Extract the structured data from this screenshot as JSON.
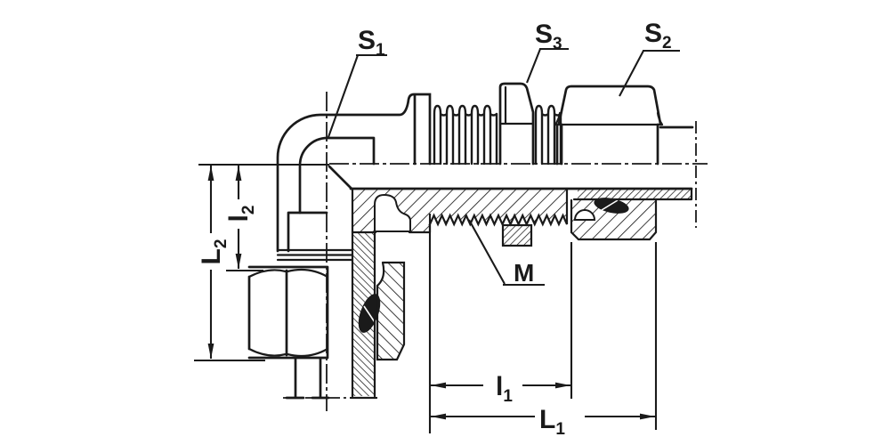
{
  "drawing": {
    "type": "technical-section-drawing",
    "subject": "bulkhead elbow compression fitting, half-section view",
    "colors": {
      "line": "#1a1a1a",
      "background": "#ffffff"
    }
  },
  "labels": {
    "s1": {
      "base": "S",
      "sub": "1"
    },
    "s3": {
      "base": "S",
      "sub": "3"
    },
    "s2": {
      "base": "S",
      "sub": "2"
    },
    "m": {
      "base": "M",
      "sub": ""
    },
    "l1": {
      "base": "l",
      "sub": "1"
    },
    "L1": {
      "base": "L",
      "sub": "1"
    },
    "l2": {
      "base": "l",
      "sub": "2"
    },
    "L2": {
      "base": "L",
      "sub": "2"
    }
  }
}
